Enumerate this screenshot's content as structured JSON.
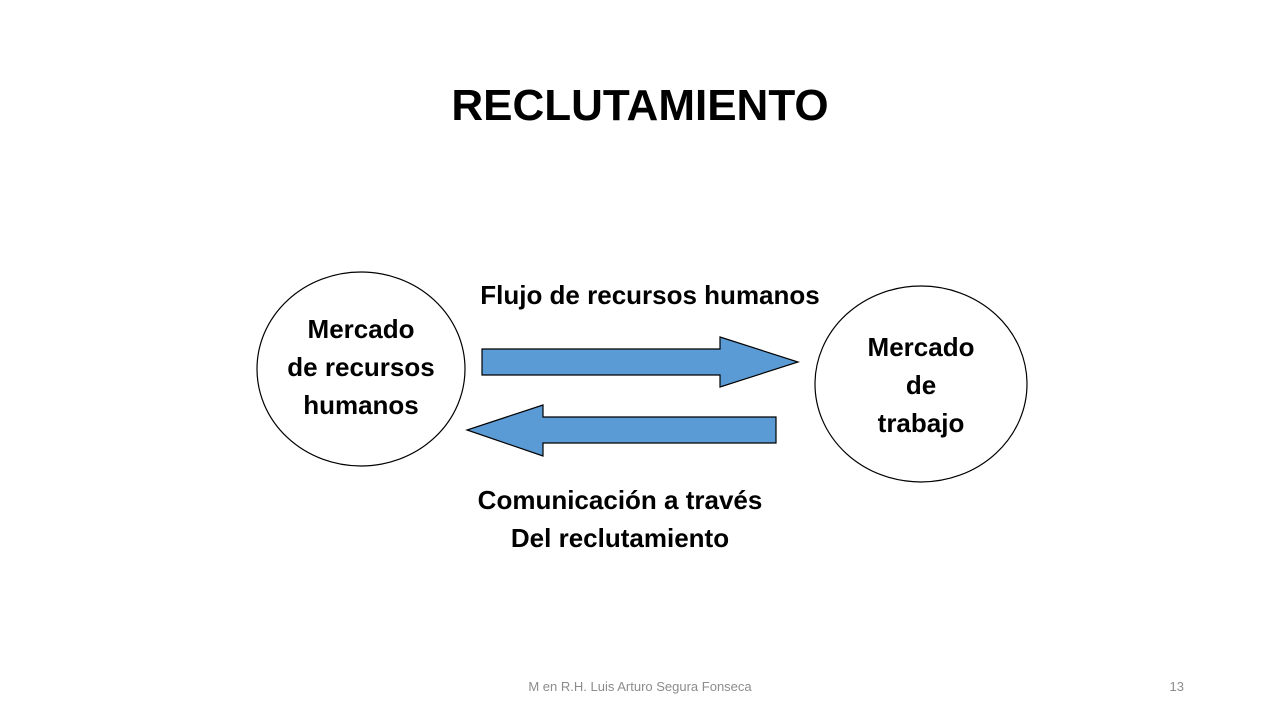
{
  "slide": {
    "title": "RECLUTAMIENTO",
    "footer": "M en R.H. Luis Arturo Segura Fonseca",
    "page_number": "13"
  },
  "diagram": {
    "left_node": {
      "lines": [
        "Mercado",
        "de recursos",
        "humanos"
      ]
    },
    "right_node": {
      "lines": [
        "Mercado",
        "de",
        "trabajo"
      ]
    },
    "top_flow": {
      "lines": [
        "Flujo de recursos humanos"
      ],
      "direction": "right"
    },
    "bottom_flow": {
      "lines": [
        "Comunicación a través",
        "Del reclutamiento"
      ],
      "direction": "left"
    },
    "colors": {
      "arrow_fill": "#5b9bd5",
      "arrow_stroke": "#000000",
      "node_fill": "#ffffff",
      "node_stroke": "#000000"
    }
  }
}
